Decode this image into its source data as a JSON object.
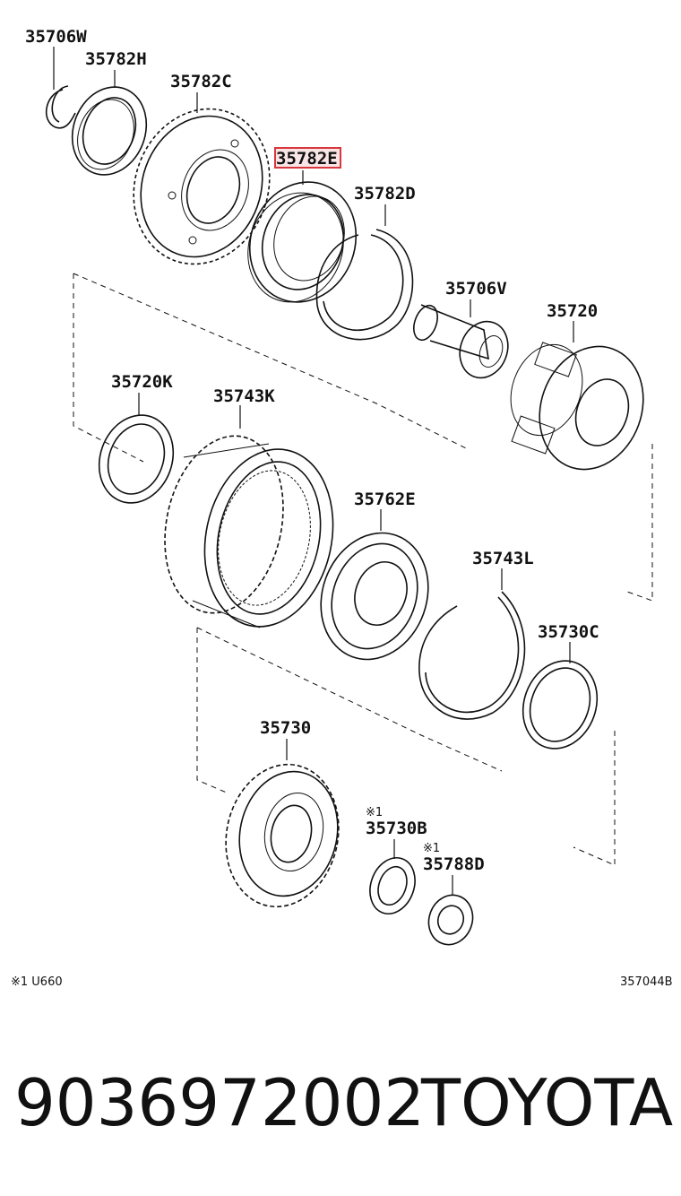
{
  "parts": {
    "p35706W": "35706W",
    "p35782H": "35782H",
    "p35782C": "35782C",
    "p35782E": "35782E",
    "p35782D": "35782D",
    "p35706V": "35706V",
    "p35720": "35720",
    "p35720K": "35720K",
    "p35743K": "35743K",
    "p35762E": "35762E",
    "p35743L": "35743L",
    "p35730C": "35730C",
    "p35730": "35730",
    "p35730B": "35730B",
    "p35788D": "35788D"
  },
  "marks": {
    "mark_35730B": "※1",
    "mark_35788D": "※1"
  },
  "notes": {
    "footnote": "※1 U660",
    "diagram_code": "357044B"
  },
  "footer": {
    "part_number": "9036972002",
    "brand": "TOYOTA"
  },
  "highlight_color": "#d9363e"
}
